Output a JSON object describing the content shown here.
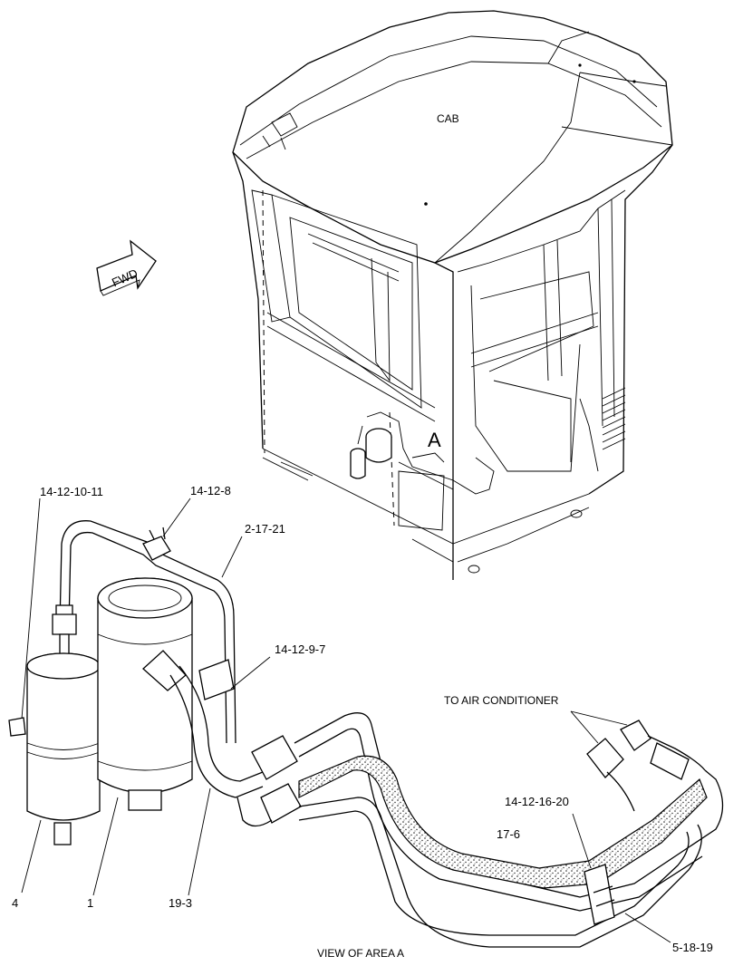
{
  "labels": {
    "cab": "CAB",
    "fwd": "FWD",
    "area": "A",
    "part_14_12_10_11": "14-12-10-11",
    "part_14_12_8": "14-12-8",
    "part_2_17_21": "2-17-21",
    "part_14_12_9_7": "14-12-9-7",
    "to_air_conditioner": "TO AIR CONDITIONER",
    "part_14_12_16_20": "14-12-16-20",
    "part_17_6": "17-6",
    "part_4": "4",
    "part_1": "1",
    "part_19_3": "19-3",
    "part_5_18_19": "5-18-19",
    "view_caption": "VIEW OF AREA A"
  }
}
